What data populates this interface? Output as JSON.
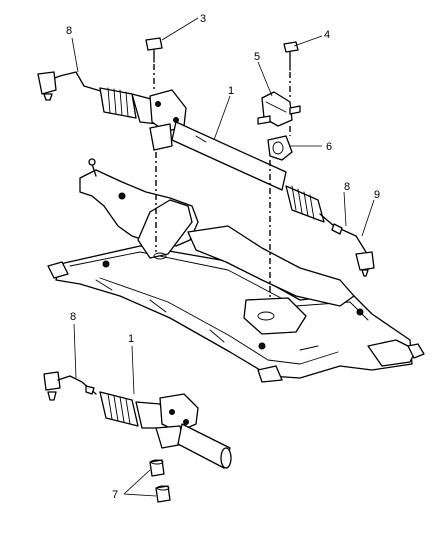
{
  "callouts": [
    {
      "id": "c8a",
      "text": "8"
    },
    {
      "id": "c3",
      "text": "3"
    },
    {
      "id": "c4",
      "text": "4"
    },
    {
      "id": "c5",
      "text": "5"
    },
    {
      "id": "c1a",
      "text": "1"
    },
    {
      "id": "c6",
      "text": "6"
    },
    {
      "id": "c8b",
      "text": "8"
    },
    {
      "id": "c9",
      "text": "9"
    },
    {
      "id": "c8c",
      "text": "8"
    },
    {
      "id": "c1b",
      "text": "1"
    },
    {
      "id": "c7",
      "text": "7"
    }
  ]
}
